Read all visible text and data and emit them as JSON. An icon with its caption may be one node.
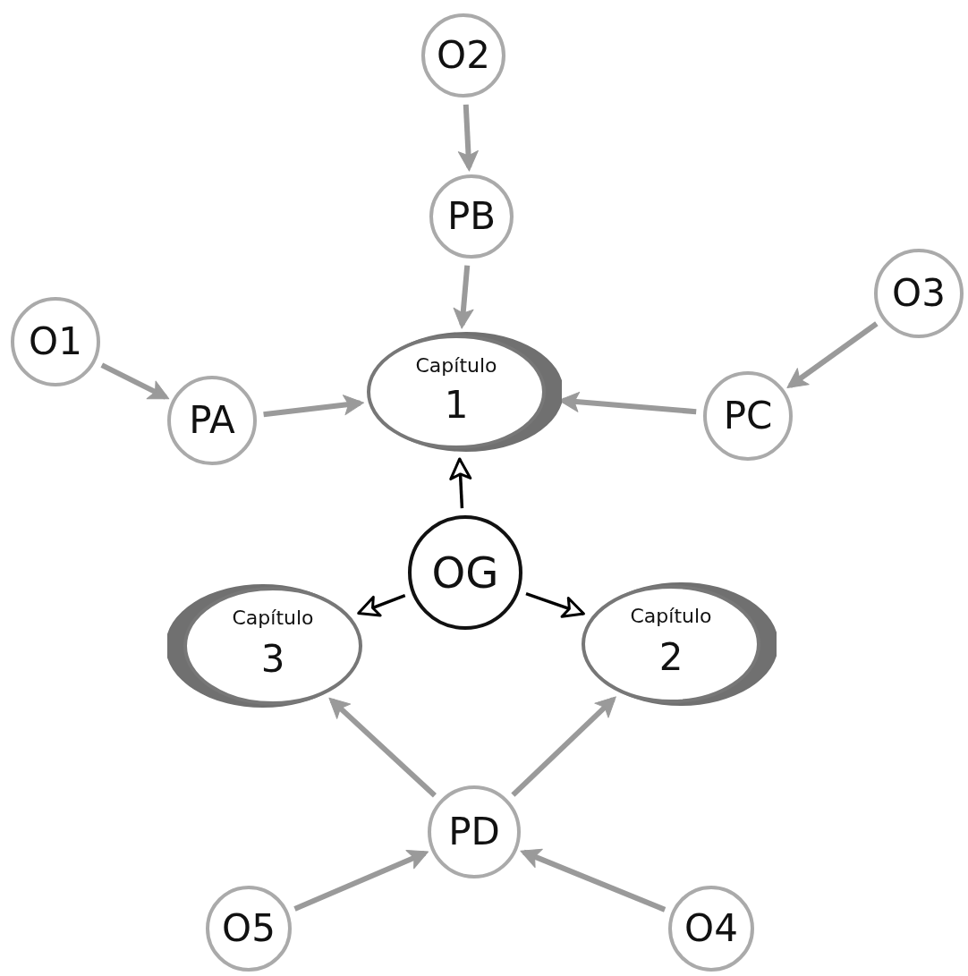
{
  "diagram": {
    "nodes": [
      {
        "text": [
          "O2"
        ]
      },
      {
        "text": [
          "PB"
        ]
      },
      {
        "text": [
          "O1"
        ]
      },
      {
        "text": [
          "PA"
        ]
      },
      {
        "text": [
          "Capítulo",
          "1"
        ]
      },
      {
        "text": [
          "O3"
        ]
      },
      {
        "text": [
          "PC"
        ]
      },
      {
        "text": [
          "OG"
        ]
      },
      {
        "text": [
          "Capítulo",
          "3"
        ]
      },
      {
        "text": [
          "Capítulo",
          "2"
        ]
      },
      {
        "text": [
          "PD"
        ]
      },
      {
        "text": [
          "O5"
        ]
      },
      {
        "text": [
          "O4"
        ]
      }
    ],
    "edges": [
      {
        "from": 0,
        "to": 1,
        "arrow": "to"
      },
      {
        "from": 1,
        "to": 4,
        "arrow": "to"
      },
      {
        "from": 2,
        "to": 3,
        "arrow": "to"
      },
      {
        "from": 3,
        "to": 4,
        "arrow": "to"
      },
      {
        "from": 5,
        "to": 6,
        "arrow": "to"
      },
      {
        "from": 6,
        "to": 4,
        "arrow": "to"
      },
      {
        "from": 7,
        "to": 4,
        "arrow": "to",
        "color": "#000000"
      },
      {
        "from": 7,
        "to": 8,
        "arrow": "to",
        "color": "#000000"
      },
      {
        "from": 7,
        "to": 9,
        "arrow": "to",
        "color": "#000000"
      },
      {
        "from": 10,
        "to": 8,
        "arrow": "to"
      },
      {
        "from": 10,
        "to": 9,
        "arrow": "to"
      },
      {
        "from": 11,
        "to": 10,
        "arrow": "to"
      },
      {
        "from": 12,
        "to": 10,
        "arrow": "to"
      }
    ]
  }
}
